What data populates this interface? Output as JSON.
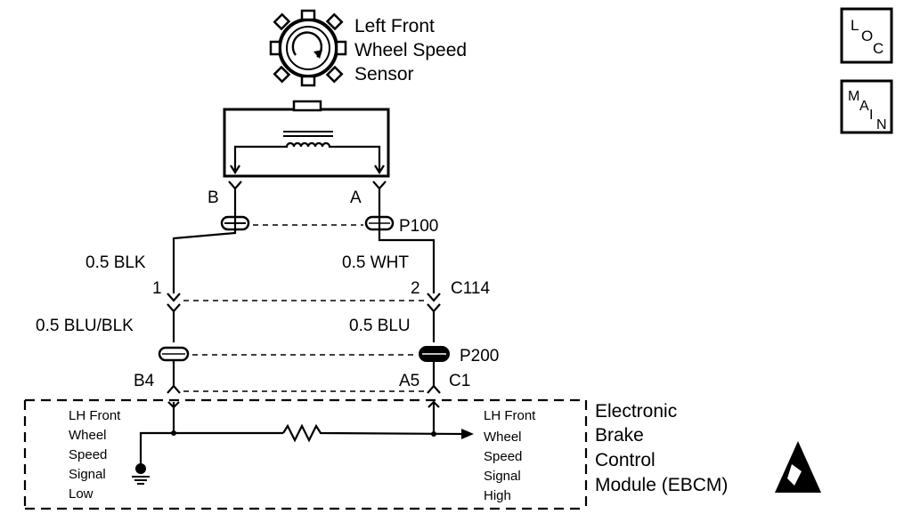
{
  "sensor": {
    "title_lines": [
      "Left Front",
      "Wheel Speed",
      "Sensor"
    ],
    "icon": "wheel-speed-sensor-icon"
  },
  "nav": {
    "loc": {
      "letters": [
        "L",
        "O",
        "C"
      ]
    },
    "main": {
      "letters": [
        "M",
        "A",
        "I",
        "N"
      ]
    }
  },
  "terminals": {
    "sensor_left": "B",
    "sensor_right": "A",
    "c114_left": "1",
    "c114_right": "2",
    "ebcm_left": "B4",
    "ebcm_right": "A5"
  },
  "connectors": {
    "p100": "P100",
    "c114": "C114",
    "p200": "P200",
    "c1": "C1"
  },
  "wires": {
    "upper_left": "0.5 BLK",
    "upper_right": "0.5 WHT",
    "lower_left": "0.5 BLU/BLK",
    "lower_right": "0.5 BLU"
  },
  "ebcm": {
    "left_input_lines": [
      "LH Front",
      "Wheel",
      "Speed",
      "Signal",
      "Low"
    ],
    "right_input_lines": [
      "LH Front",
      "Wheel",
      "Speed",
      "Signal",
      "High"
    ],
    "module_lines": [
      "Electronic",
      "Brake",
      "Control",
      "Module (EBCM)"
    ],
    "esd_icon": "esd-warning-icon",
    "ground_icon": "ground-icon"
  }
}
